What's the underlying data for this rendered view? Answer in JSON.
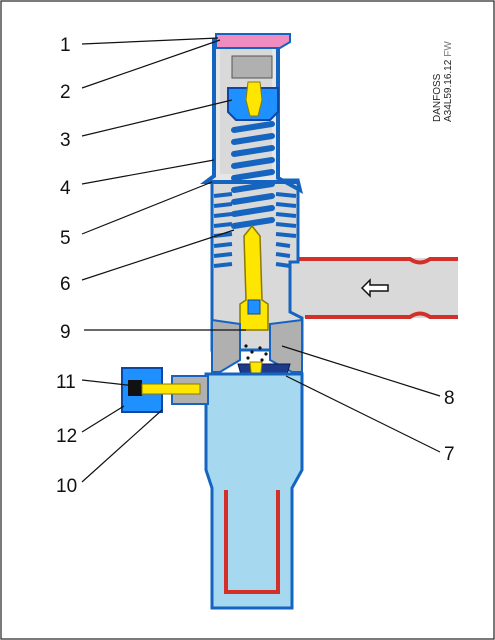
{
  "figure": {
    "reference": {
      "brand": "DANFOSS",
      "code": "A34L59.16.12",
      "suffix": "FW"
    },
    "callouts": [
      {
        "id": "1",
        "label": "1"
      },
      {
        "id": "2",
        "label": "2"
      },
      {
        "id": "3",
        "label": "3"
      },
      {
        "id": "4",
        "label": "4"
      },
      {
        "id": "5",
        "label": "5"
      },
      {
        "id": "6",
        "label": "6"
      },
      {
        "id": "9",
        "label": "9"
      },
      {
        "id": "8",
        "label": "8"
      },
      {
        "id": "11",
        "label": "11"
      },
      {
        "id": "7",
        "label": "7"
      },
      {
        "id": "12",
        "label": "12"
      },
      {
        "id": "10",
        "label": "10"
      }
    ],
    "flow_direction_icon": "left-arrow-icon",
    "colors": {
      "body_outline": "#1565c0",
      "spring": "#1565c0",
      "cap": "#f08cbf",
      "stem": "#ffe600",
      "inlet_pipe": "#d4302a",
      "housing_fill": "#d9d9d9",
      "liquid_fill": "#a6d8f0",
      "seal_fill": "#b0b0b0"
    }
  }
}
